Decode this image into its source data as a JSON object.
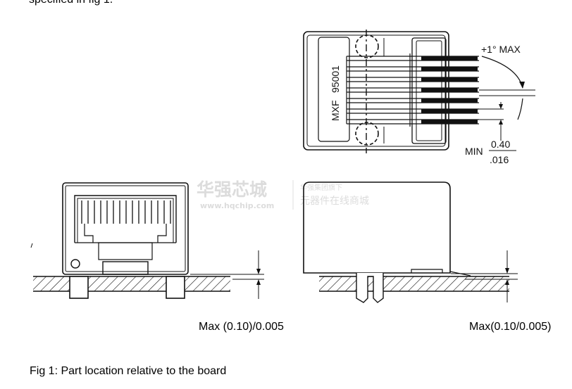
{
  "top_text": "specified in fig 1.",
  "figure": {
    "part_marking_line1": "MXF",
    "part_marking_line2": "95001",
    "angle_label": "+1° MAX",
    "min_prefix": "MIN",
    "min_numerator": "0.40",
    "min_denominator": ".016",
    "left_clearance": "Max (0.10)/0.005",
    "right_clearance": "Max(0.10/0.005)"
  },
  "watermark": {
    "cn_name": "华强芯城",
    "url": "www.hqchip.com",
    "tagline1": "华强集团旗下",
    "tagline2": "元器件在线商城"
  },
  "caption": "Fig 1: Part location relative to the board"
}
